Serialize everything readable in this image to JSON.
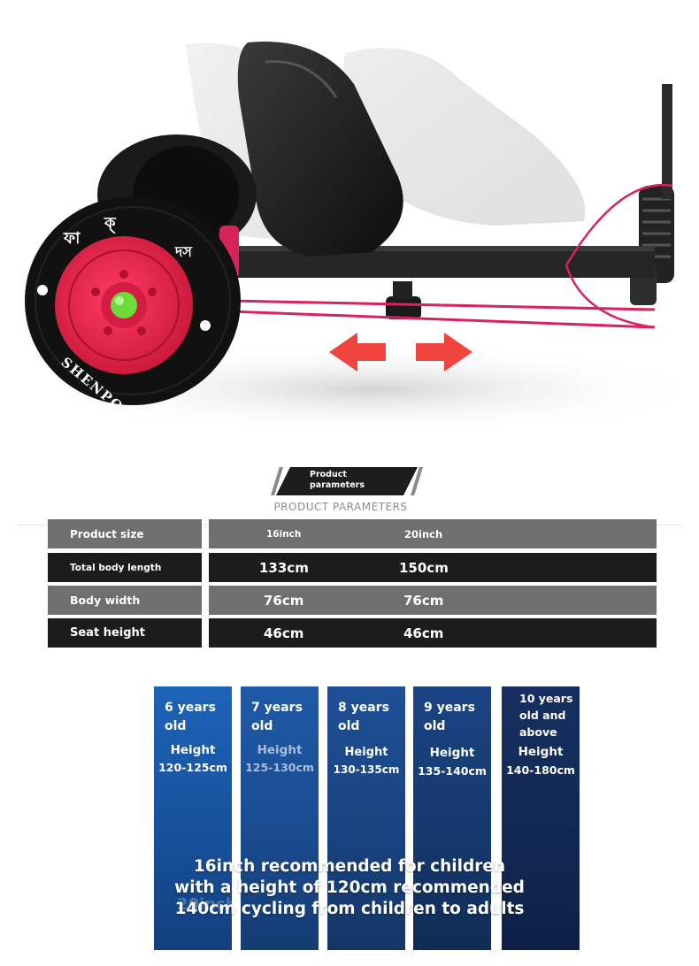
{
  "hero": {
    "tire_brand": "SHENPOWER",
    "tire_glyphs": [
      "ফা",
      "ক্",
      "দস"
    ],
    "wheel_color": "#e8234a",
    "hub_color": "#6ddc3a",
    "arrow_color": "#f0443f"
  },
  "badge": {
    "label": "Product parameters"
  },
  "section_sub": "PRODUCT PARAMETERS",
  "params": {
    "rows": [
      {
        "label": "Product size",
        "v16": "16inch",
        "v20": "20inch"
      },
      {
        "label": "Total body length",
        "v16": "133cm",
        "v20": "150cm"
      },
      {
        "label": "Body width",
        "v16": "76cm",
        "v20": "76cm"
      },
      {
        "label": "Seat height",
        "v16": "46cm",
        "v20": "46cm"
      }
    ]
  },
  "ages": [
    {
      "age": "6 years old",
      "height_label": "Height",
      "height_range": "120-125cm",
      "color": "#1b5cae"
    },
    {
      "age": "7 years old",
      "height_label": "Height",
      "height_range": "125-130cm",
      "color": "#1f4f98"
    },
    {
      "age": "8 years old",
      "height_label": "Height",
      "height_range": "130-135cm",
      "color": "#1d4586"
    },
    {
      "age": "9 years old",
      "height_label": "Height",
      "height_range": "135-140cm",
      "color": "#1a3d77"
    },
    {
      "age": "10 years old and above",
      "height_label": "Height",
      "height_range": "140-180cm",
      "color": "#16305e"
    }
  ],
  "overlay_lines": [
    "16inch recommended for children",
    "with a height of 120cm recommended",
    "140cm cycling from children to adults"
  ],
  "ghost_text": "20inch"
}
